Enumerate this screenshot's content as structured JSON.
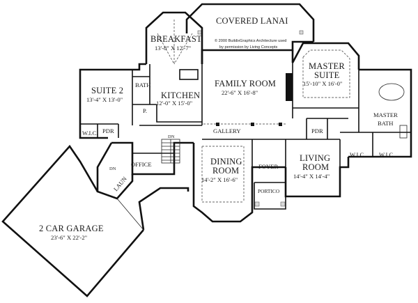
{
  "credit": {
    "line1": "© 2000 BuildixGraphics Architecture used",
    "line2": "by permission by Living Concepts"
  },
  "rooms": {
    "covered_lanai": {
      "name": "COVERED LANAI"
    },
    "breakfast": {
      "name": "BREAKFAST",
      "dims": "13'-8\" X 12'-7\""
    },
    "kitchen": {
      "name": "KITCHEN",
      "dims": "12'-0\" X 15'-0\""
    },
    "bath": {
      "name": "BATH"
    },
    "pantry": {
      "name": "P."
    },
    "family_room": {
      "name": "FAMILY ROOM",
      "dims": "22'-6\" X 16'-8\""
    },
    "master_suite": {
      "name1": "MASTER",
      "name2": "SUITE",
      "dims": "15'-10\" X 16'-0\""
    },
    "master_bath": {
      "name1": "MASTER",
      "name2": "BATH"
    },
    "suite_2": {
      "name": "SUITE 2",
      "dims": "13'-4\" X 13'-0\""
    },
    "wic_suite2": {
      "name": "W.I.C."
    },
    "pdr_left": {
      "name": "PDR"
    },
    "gallery": {
      "name": "GALLERY"
    },
    "stair_down": {
      "name": "DN"
    },
    "office": {
      "name": "OFFICE"
    },
    "garage_down": {
      "name": "DN"
    },
    "laundry": {
      "name": "LAUN"
    },
    "dining_room": {
      "name1": "DINING",
      "name2": "ROOM",
      "dims": "14'-2\" X 16'-6\""
    },
    "foyer": {
      "name": "FOYER"
    },
    "portico": {
      "name": "PORTICO"
    },
    "living_room": {
      "name1": "LIVING",
      "name2": "ROOM",
      "dims": "14'-4\" X 14'-4\""
    },
    "pdr_right": {
      "name": "PDR"
    },
    "wic_right_1": {
      "name": "W.I.C."
    },
    "wic_right_2": {
      "name": "W.I.C."
    },
    "garage": {
      "name": "2 CAR GARAGE",
      "dims": "23'-6\" X 22'-2\""
    }
  }
}
